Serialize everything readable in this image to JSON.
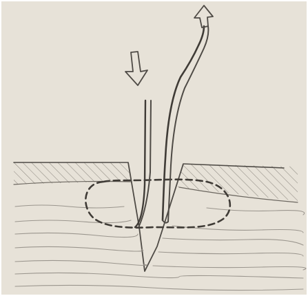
{
  "figure": {
    "kind": "hand-drawn pencil sketch",
    "colors": {
      "paper": "#e7e2d8",
      "pencil": "#4e4a45",
      "pencil_light": "#8f8a82",
      "frame": "#ffffff"
    },
    "elements": [
      "surface-layer-hatched",
      "wedge-notch-in-surface",
      "dashed-oval-zone",
      "u-shaped-tube",
      "down-arrow-icon",
      "up-arrow-icon",
      "wavy-layer-lines"
    ]
  }
}
